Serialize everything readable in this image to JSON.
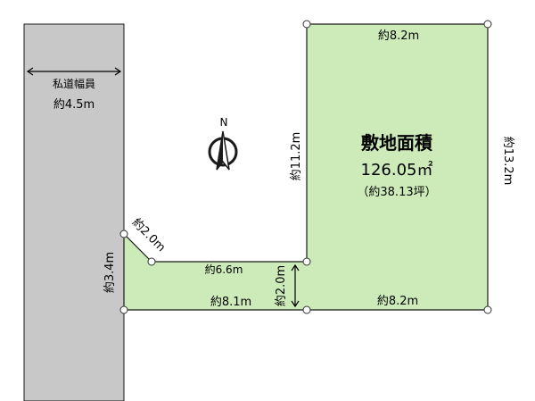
{
  "colors": {
    "road": "#c8c8c8",
    "lot": "#ccebb8",
    "outline": "#1a1a1a",
    "background": "#ffffff"
  },
  "road": {
    "name": "私道幅員",
    "width": "約4.5m"
  },
  "compass": {
    "icon": "north-arrow-icon",
    "label": "N"
  },
  "lot": {
    "area_title": "敷地面積",
    "area_m2": "126.05㎡",
    "area_tsubo": "（約38.13坪）"
  },
  "dimensions": {
    "top": "約8.2m",
    "right": "約13.2m",
    "inner_left": "約11.2m",
    "bottom_right": "約8.2m",
    "bottom_left": "約8.1m",
    "flag_top": "約6.6m",
    "step": "約2.0m",
    "corner_cut": "約2.0m",
    "frontage": "約3.4m"
  }
}
